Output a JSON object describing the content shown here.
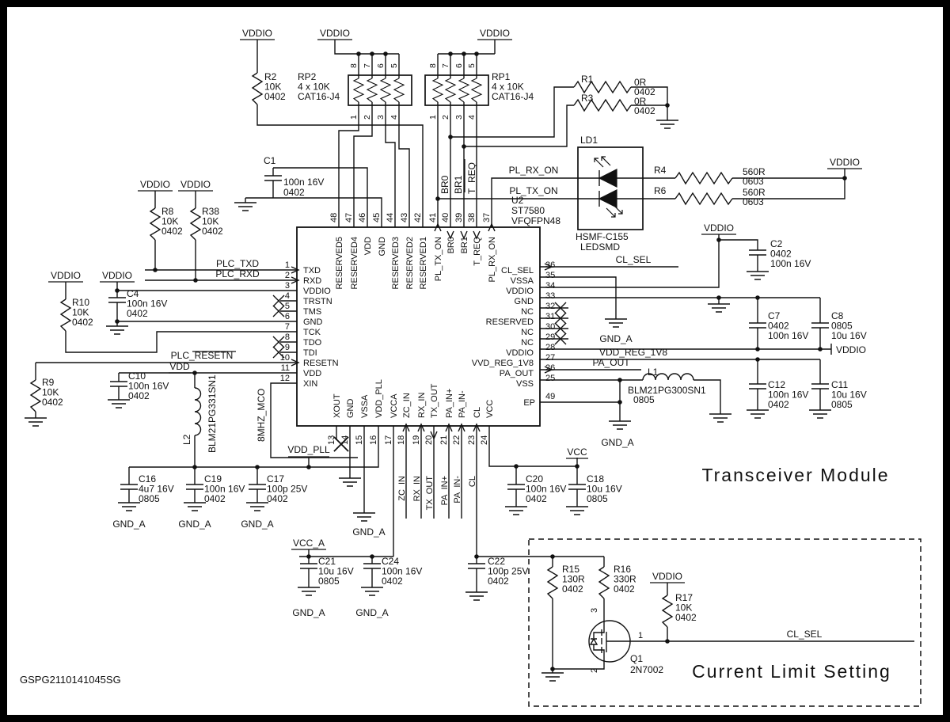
{
  "titles": {
    "module": "Transceiver Module",
    "section": "Current Limit Setting",
    "doc_id": "GSPG2110141045SG"
  },
  "ic": {
    "ref": "U2",
    "part": "ST7580",
    "pkg": "VFQFPN48",
    "left": [
      {
        "n": "1",
        "name": "TXD"
      },
      {
        "n": "2",
        "name": "RXD"
      },
      {
        "n": "3",
        "name": "VDDIO"
      },
      {
        "n": "4",
        "name": "TRSTN"
      },
      {
        "n": "5",
        "name": "TMS"
      },
      {
        "n": "6",
        "name": "GND"
      },
      {
        "n": "7",
        "name": "TCK"
      },
      {
        "n": "8",
        "name": "TDO"
      },
      {
        "n": "9",
        "name": "TDI"
      },
      {
        "n": "10",
        "name": "RESETN"
      },
      {
        "n": "11",
        "name": "VDD"
      },
      {
        "n": "12",
        "name": "XIN"
      }
    ],
    "top": [
      {
        "n": "48",
        "name": "RESERVED5"
      },
      {
        "n": "47",
        "name": "RESERVED4"
      },
      {
        "n": "46",
        "name": "VDD"
      },
      {
        "n": "45",
        "name": "GND"
      },
      {
        "n": "44",
        "name": "RESERVED3"
      },
      {
        "n": "43",
        "name": "RESERVED2"
      },
      {
        "n": "42",
        "name": "RESERVED1"
      },
      {
        "n": "41",
        "name": "PL_TX_ON"
      },
      {
        "n": "40",
        "name": "BR0"
      },
      {
        "n": "39",
        "name": "BR1"
      },
      {
        "n": "38",
        "name": "T_REQ"
      },
      {
        "n": "37",
        "name": "PL_RX_ON"
      }
    ],
    "right": [
      {
        "n": "36",
        "name": "CL_SEL"
      },
      {
        "n": "35",
        "name": "VSSA"
      },
      {
        "n": "34",
        "name": "VDDIO"
      },
      {
        "n": "33",
        "name": "GND"
      },
      {
        "n": "32",
        "name": "NC"
      },
      {
        "n": "31",
        "name": "RESERVED"
      },
      {
        "n": "30",
        "name": "NC"
      },
      {
        "n": "29",
        "name": "NC"
      },
      {
        "n": "28",
        "name": "VDDIO"
      },
      {
        "n": "27",
        "name": "VVD_REG_1V8"
      },
      {
        "n": "26",
        "name": "PA_OUT"
      },
      {
        "n": "25",
        "name": "VSS"
      }
    ],
    "bottom": [
      {
        "n": "13",
        "name": "XOUT"
      },
      {
        "n": "14",
        "name": "GND"
      },
      {
        "n": "15",
        "name": "VSSA"
      },
      {
        "n": "16",
        "name": "VDD_PLL"
      },
      {
        "n": "17",
        "name": "VCCA"
      },
      {
        "n": "18",
        "name": "ZC_IN"
      },
      {
        "n": "19",
        "name": "RX_IN"
      },
      {
        "n": "20",
        "name": "TX_OUT"
      },
      {
        "n": "21",
        "name": "PA_IN+"
      },
      {
        "n": "22",
        "name": "PA_IN-"
      },
      {
        "n": "23",
        "name": "CL"
      },
      {
        "n": "24",
        "name": "VCC"
      }
    ],
    "ep": {
      "n": "49",
      "name": "EP"
    }
  },
  "parts": {
    "R2": {
      "ref": "R2",
      "l2": "10K",
      "l3": "0402"
    },
    "RP2": {
      "ref": "RP2",
      "l2": "4 x 10K",
      "l3": "CAT16-J4"
    },
    "RP1": {
      "ref": "RP1",
      "l2": "4 x 10K",
      "l3": "CAT16-J4"
    },
    "R1": {
      "ref": "R1",
      "l2": "0R",
      "l3": "0402"
    },
    "R3": {
      "ref": "R3",
      "l2": "0R",
      "l3": "0402"
    },
    "R4": {
      "ref": "R4",
      "l2": "560R",
      "l3": "0603"
    },
    "R6": {
      "ref": "R6",
      "l2": "560R",
      "l3": "0603"
    },
    "R8": {
      "ref": "R8",
      "l2": "10K",
      "l3": "0402"
    },
    "R38": {
      "ref": "R38",
      "l2": "10K",
      "l3": "0402"
    },
    "R10": {
      "ref": "R10",
      "l2": "10K",
      "l3": "0402"
    },
    "R9": {
      "ref": "R9",
      "l2": "10K",
      "l3": "0402"
    },
    "R15": {
      "ref": "R15",
      "l2": "130R",
      "l3": "0402"
    },
    "R16": {
      "ref": "R16",
      "l2": "330R",
      "l3": "0402"
    },
    "R17": {
      "ref": "R17",
      "l2": "10K",
      "l3": "0402"
    },
    "C1": {
      "ref": "C1",
      "l2": "100n 16V",
      "l3": "0402"
    },
    "C2": {
      "ref": "C2",
      "l2": "0402",
      "l3": "100n 16V"
    },
    "C4": {
      "ref": "C4",
      "l2": "100n 16V",
      "l3": "0402"
    },
    "C7": {
      "ref": "C7",
      "l2": "0402",
      "l3": "100n 16V"
    },
    "C8": {
      "ref": "C8",
      "l2": "0805",
      "l3": "10u 16V"
    },
    "C10": {
      "ref": "C10",
      "l2": "100n 16V",
      "l3": "0402"
    },
    "C11": {
      "ref": "C11",
      "l2": "10u 16V",
      "l3": "0805"
    },
    "C12": {
      "ref": "C12",
      "l2": "100n 16V",
      "l3": "0402"
    },
    "C16": {
      "ref": "C16",
      "l2": "4u7 16V",
      "l3": "0805"
    },
    "C17": {
      "ref": "C17",
      "l2": "100p 25V",
      "l3": "0402"
    },
    "C18": {
      "ref": "C18",
      "l2": "10u 16V",
      "l3": "0805"
    },
    "C19": {
      "ref": "C19",
      "l2": "100n 16V",
      "l3": "0402"
    },
    "C20": {
      "ref": "C20",
      "l2": "100n 16V",
      "l3": "0402"
    },
    "C21": {
      "ref": "C21",
      "l2": "10u 16V",
      "l3": "0805"
    },
    "C22": {
      "ref": "C22",
      "l2": "100p 25V",
      "l3": "0402"
    },
    "C24": {
      "ref": "C24",
      "l2": "100n 16V",
      "l3": "0402"
    },
    "L1": {
      "ref": "L1",
      "l2": "BLM21PG300SN1",
      "l3": "0805"
    },
    "L2": {
      "ref": "L2",
      "l2": "BLM21PG331SN1"
    },
    "LD1": {
      "ref": "LD1",
      "l2": "HSMF-C155",
      "l3": "LEDSMD"
    },
    "Q1": {
      "ref": "Q1",
      "l2": "2N7002"
    }
  },
  "nets": {
    "VDDIO": "VDDIO",
    "VDD": "VDD",
    "VCC": "VCC",
    "VCC_A": "VCC_A",
    "VDD_PLL": "VDD_PLL",
    "GND_A": "GND_A",
    "PLC_TXD": "PLC_TXD",
    "PLC_RXD": "PLC_RXD",
    "PLC_RESETN": "PLC_RESETN",
    "MCO": "8MHZ_MCO",
    "CL_SEL": "CL_SEL",
    "VDD_REG_1V8": "VDD_REG_1V8",
    "PA_OUT": "PA_OUT",
    "PL_RX_ON": "PL_RX_ON",
    "PL_TX_ON": "PL_TX_ON",
    "BR0": "BR0",
    "BR1": "BR1",
    "T_REQ": "T_REQ"
  },
  "rp_pin_numbers": {
    "top": [
      "8",
      "7",
      "6",
      "5"
    ],
    "bottom": [
      "1",
      "2",
      "3",
      "4"
    ]
  },
  "q1_pins": {
    "d": "3",
    "s": "2",
    "g": "1"
  }
}
